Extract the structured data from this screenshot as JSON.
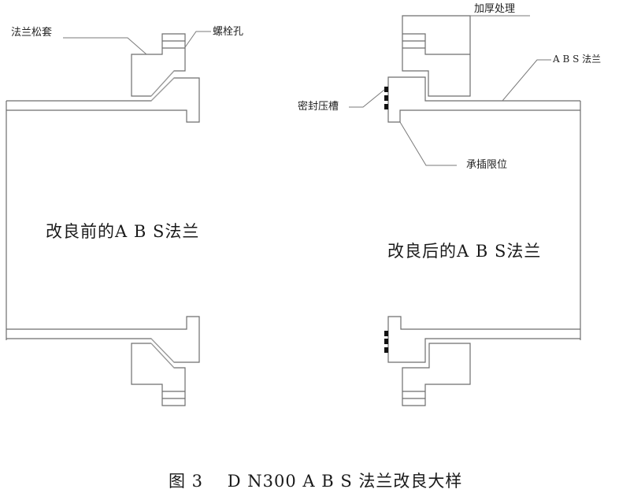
{
  "figure": {
    "caption": "图 3    D N300 A B S 法兰改良大样",
    "left_panel": {
      "title": "改良前的A B S法兰",
      "labels": {
        "loose_sleeve": "法兰松套",
        "bolt_hole": "螺栓孔"
      }
    },
    "right_panel": {
      "title": "改良后的A B S法兰",
      "labels": {
        "thickened": "加厚处理",
        "abs_flange": "A B S 法兰",
        "seal_groove": "密封压槽",
        "socket_limit": "承插限位"
      }
    }
  },
  "colors": {
    "line": "#6e6e6e",
    "slot": "#111111",
    "text": "#1a1a1a"
  }
}
